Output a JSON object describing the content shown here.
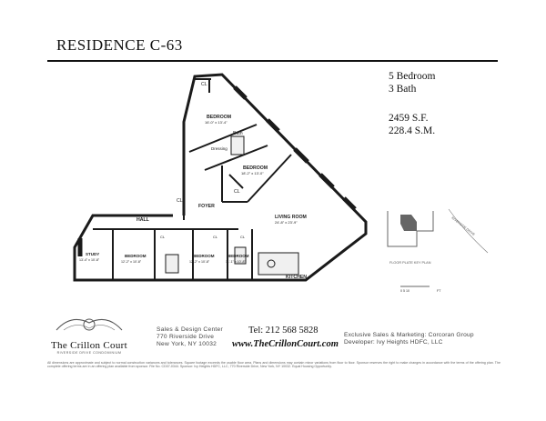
{
  "header": {
    "title": "RESIDENCE C-63"
  },
  "specs": {
    "bedrooms": "5 Bedroom",
    "baths": "3 Bath",
    "sqft": "2459 S.F.",
    "sqm": "228.4 S.M."
  },
  "rooms": {
    "cl_top": "CL",
    "bedroom1": "BEDROOM",
    "bedroom1_dim": "16'-0\" x 13'-4\"",
    "bath": "Bath",
    "dressing": "Dressing",
    "bedroom2": "BEDROOM",
    "bedroom2_dim": "18'-2\" x 13'-0\"",
    "cl_bed2": "CL",
    "foyer": "FOYER",
    "cl_foyer": "CL",
    "hall": "HALL",
    "living_room": "LIVING ROOM",
    "living_room_dim": "24'-8\" x 23'-9\"",
    "study": "STUDY",
    "study_dim": "13'-4\" x 10'-8\"",
    "bedroom3": "BEDROOM",
    "bedroom3_dim": "12'-2\" x 10'-8\"",
    "bedroom4": "BEDROOM",
    "bedroom4_dim": "12'-2\" x 10'-8\"",
    "bedroom5": "BEDROOM",
    "bedroom5_dim": "11'-1\" x 10'-8\"",
    "kitchen": "KITCHEN",
    "cl_small_1": "CL",
    "cl_small_2": "CL",
    "cl_small_3": "CL"
  },
  "keyplan": {
    "street": "RIVERSIDE DRIVE",
    "floor_label": "FLOOR PLATE KEY PLAN",
    "scale": "0   5   10",
    "scale_unit": "FT"
  },
  "footer": {
    "logo_name": "The Crillon Court",
    "logo_sub": "RIVERSIDE DRIVE CONDOMINIUM",
    "sales_center": "Sales & Design Center",
    "sales_address": "770 Riverside Drive",
    "sales_city": "New York, NY 10032",
    "tel": "Tel: 212 568 5828",
    "website": "www.TheCrillonCourt.com",
    "exclusive": "Exclusive Sales & Marketing: Corcoran Group",
    "developer": "Developer: Ivy Heights HDFC, LLC",
    "disclaimer": "All dimensions are approximate and subject to normal construction variances and tolerances. Square footage exceeds the usable floor area. Plans and dimensions may contain minor variations from floor to floor. Sponsor reserves the right to make changes in accordance with the terms of the offering plan. The complete offering terms are in an offering plan available from sponsor. File No. CD07-0344. Sponsor: Ivy Heights HDFC, LLC, 770 Riverside Drive, New York, NY 10032. Equal Housing Opportunity."
  },
  "colors": {
    "ink": "#111111",
    "wall": "#1a1a1a",
    "light_fill": "#f0f0f0"
  }
}
